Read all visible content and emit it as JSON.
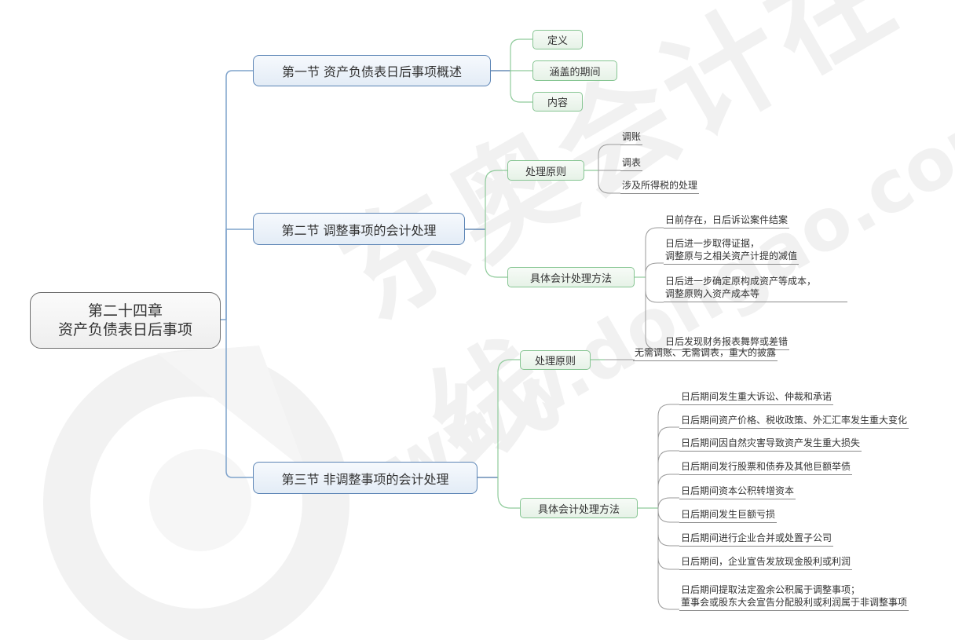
{
  "watermark": {
    "text_cn": "东奥会计在线",
    "text_url": "www.dongao.com"
  },
  "root": {
    "line1": "第二十四章",
    "line2": "资产负债表日后事项"
  },
  "sections": [
    {
      "title": "第一节 资产负债表日后事项概述",
      "children": [
        {
          "label": "定义"
        },
        {
          "label": "涵盖的期间"
        },
        {
          "label": "内容"
        }
      ]
    },
    {
      "title": "第二节 调整事项的会计处理",
      "children": [
        {
          "label": "处理原则",
          "leaves": [
            "调账",
            "调表",
            "涉及所得税的处理"
          ]
        },
        {
          "label": "具体会计处理方法",
          "leaves": [
            [
              "日前存在，日后诉讼案件结案"
            ],
            [
              "日后进一步取得证据，",
              "调整原与之相关资产计提的减值"
            ],
            [
              "日后进一步确定原构成资产等成本，",
              "调整原购入资产成本等"
            ],
            [
              "日后发现财务报表舞弊或差错"
            ]
          ]
        }
      ]
    },
    {
      "title": "第三节 非调整事项的会计处理",
      "children": [
        {
          "label": "处理原则",
          "leaves": [
            "无需调账、无需调表，重大的披露"
          ]
        },
        {
          "label": "具体会计处理方法",
          "leaves": [
            [
              "日后期间发生重大诉讼、仲裁和承诺"
            ],
            [
              "日后期间资产价格、税收政策、外汇汇率发生重大变化"
            ],
            [
              "日后期间因自然灾害导致资产发生重大损失"
            ],
            [
              "日后期间发行股票和债券及其他巨额举债"
            ],
            [
              "日后期间资本公积转增资本"
            ],
            [
              "日后期间发生巨额亏损"
            ],
            [
              "日后期间进行企业合并或处置子公司"
            ],
            [
              "日后期间，企业宣告发放现金股利或利润"
            ],
            [
              "日后期间提取法定盈余公积属于调整事项；",
              "董事会或股东大会宣告分配股利或利润属于非调整事项"
            ]
          ]
        }
      ]
    }
  ],
  "colors": {
    "section_border": "#5b84b5",
    "section_line": "#4a76a8",
    "root_trunk": "#7fa3cc",
    "sub_border": "#86c592",
    "sub_line": "#8fcb9b",
    "leaf_line": "#9a9a9a",
    "watermark": "#f1f1f1"
  }
}
